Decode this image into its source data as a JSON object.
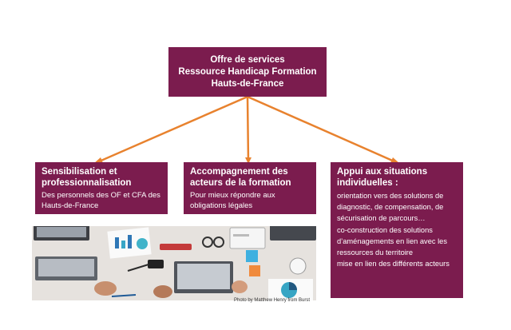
{
  "diagram": {
    "top": {
      "line1": "Offre de services",
      "line2": "Ressource Handicap Formation",
      "line3": "Hauts-de-France"
    },
    "left": {
      "title": "Sensibilisation et professionnalisation",
      "desc": "Des personnels des OF et CFA des Hauts-de-France"
    },
    "middle": {
      "title": "Accompagnement des acteurs de la formation",
      "desc": "Pour mieux répondre aux obligations légales"
    },
    "right": {
      "title": "Appui aux situations individuelles :",
      "desc1": "orientation vers des solutions de diagnostic, de compensation, de sécurisation de parcours…",
      "desc2": "co-construction des solutions d’aménagements en lien avec les ressources du territoire",
      "desc3": "mise en lien des différents acteurs"
    }
  },
  "photo": {
    "credit": "Photo by Matthew Henry from Burst"
  },
  "colors": {
    "box": "#7b1c4e",
    "connector": "#e8822e"
  }
}
